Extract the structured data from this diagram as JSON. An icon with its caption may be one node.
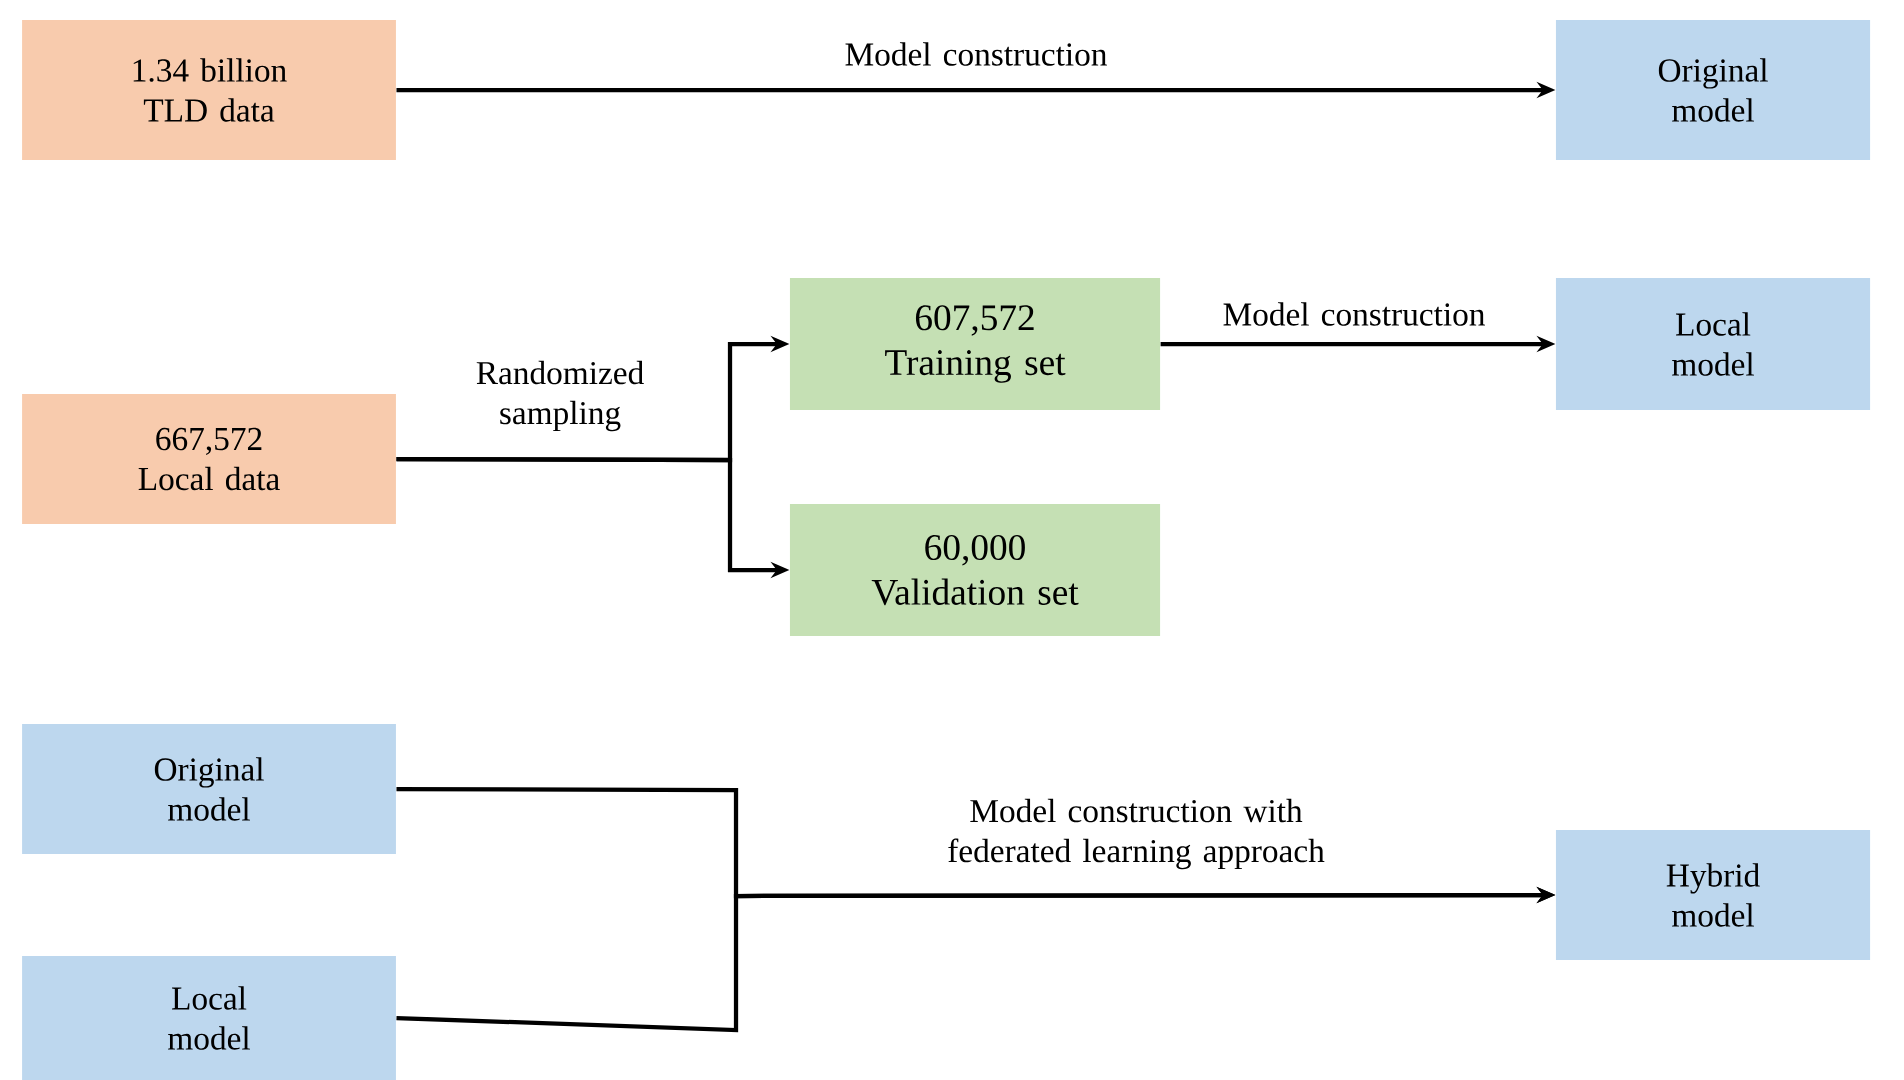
{
  "diagram": {
    "nodes": [
      {
        "text": [
          "1.34 billion TLD data"
        ]
      },
      {
        "text": [
          "Original model"
        ]
      },
      {
        "text": [
          "667,572 Local data"
        ]
      },
      {
        "text": [
          "607,572 Training set"
        ]
      },
      {
        "text": [
          "60,000 Validation set"
        ]
      },
      {
        "text": [
          "Local model"
        ]
      },
      {
        "text": [
          "Original model"
        ]
      },
      {
        "text": [
          "Local model"
        ]
      },
      {
        "text": [
          "Hybrid model"
        ]
      }
    ],
    "edges": [
      {
        "from": 0,
        "to": 1,
        "arrow": "to",
        "label": "Model construction"
      },
      {
        "from": 2,
        "to": 3,
        "arrow": "to",
        "label": "Randomized sampling"
      },
      {
        "from": 2,
        "to": 4,
        "arrow": "to"
      },
      {
        "from": 3,
        "to": 5,
        "arrow": "to",
        "label": "Model construction"
      },
      {
        "from": 6,
        "to": 8,
        "arrow": "to",
        "label": "Model construction with federated learning approach"
      },
      {
        "from": 7,
        "to": 8,
        "arrow": "to"
      }
    ]
  }
}
